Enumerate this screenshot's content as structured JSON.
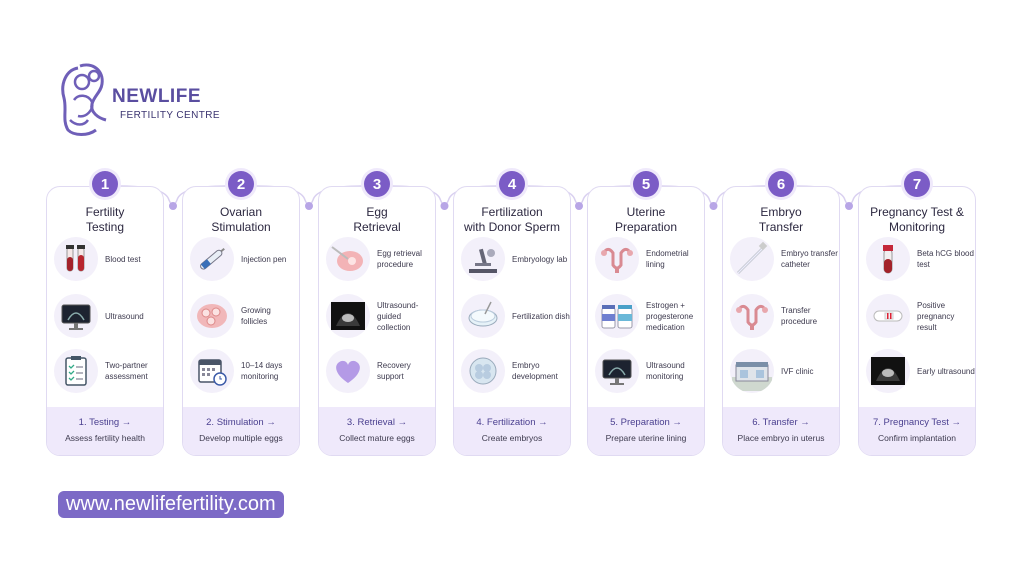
{
  "logo": {
    "brand": "NEWLIFE",
    "sub": "FERTILITY CENTRE"
  },
  "colors": {
    "accent": "#7b5cc6",
    "pill": "#7c6ac6",
    "footer_bg": "#efe9fb",
    "border": "#e0daf2"
  },
  "steps": [
    {
      "number": "1",
      "title_lines": [
        "Fertility",
        "Testing"
      ],
      "items": [
        {
          "icon": "blood-test-icon",
          "label": "Blood test"
        },
        {
          "icon": "ultrasound-monitor-icon",
          "label": "Ultrasound"
        },
        {
          "icon": "clipboard-icon",
          "label": "Two-partner assessment"
        }
      ],
      "footer_title": "1. Testing →",
      "footer_sub": "Assess fertility health"
    },
    {
      "number": "2",
      "title_lines": [
        "Ovarian",
        "Stimulation"
      ],
      "items": [
        {
          "icon": "injection-pen-icon",
          "label": "Injection pen"
        },
        {
          "icon": "follicles-icon",
          "label": "Growing follicles"
        },
        {
          "icon": "calendar-icon",
          "label": "10–14 days monitoring"
        }
      ],
      "footer_title": "2. Stimulation →",
      "footer_sub": "Develop multiple eggs"
    },
    {
      "number": "3",
      "title_lines": [
        "Egg",
        "Retrieval"
      ],
      "items": [
        {
          "icon": "retrieval-procedure-icon",
          "label": "Egg retrieval procedure"
        },
        {
          "icon": "ultrasound-scan-icon",
          "label": "Ultrasound-guided collection"
        },
        {
          "icon": "heart-icon",
          "label": "Recovery support"
        }
      ],
      "footer_title": "3. Retrieval →",
      "footer_sub": "Collect mature eggs"
    },
    {
      "number": "4",
      "title_lines": [
        "Fertilization",
        "with Donor Sperm"
      ],
      "items": [
        {
          "icon": "microscope-icon",
          "label": "Embryology lab"
        },
        {
          "icon": "petri-dish-icon",
          "label": "Fertilization dish"
        },
        {
          "icon": "embryo-icon",
          "label": "Embryo development"
        }
      ],
      "footer_title": "4. Fertilization →",
      "footer_sub": "Create embryos"
    },
    {
      "number": "5",
      "title_lines": [
        "Uterine",
        "Preparation"
      ],
      "items": [
        {
          "icon": "uterus-icon",
          "label": "Endometrial lining"
        },
        {
          "icon": "medication-bottles-icon",
          "label": "Estrogen + progesterone medication"
        },
        {
          "icon": "ultrasound-monitor-icon",
          "label": "Ultrasound monitoring"
        }
      ],
      "footer_title": "5. Preparation →",
      "footer_sub": "Prepare uterine lining"
    },
    {
      "number": "6",
      "title_lines": [
        "Embryo",
        "Transfer"
      ],
      "items": [
        {
          "icon": "catheter-icon",
          "label": "Embryo transfer catheter"
        },
        {
          "icon": "uterus-icon",
          "label": "Transfer procedure"
        },
        {
          "icon": "clinic-building-icon",
          "label": "IVF clinic"
        }
      ],
      "footer_title": "6. Transfer →",
      "footer_sub": "Place embryo in uterus"
    },
    {
      "number": "7",
      "title_lines": [
        "Pregnancy Test &",
        "Monitoring"
      ],
      "items": [
        {
          "icon": "blood-tube-icon",
          "label": "Beta hCG blood test"
        },
        {
          "icon": "pregnancy-test-icon",
          "label": "Positive pregnancy result"
        },
        {
          "icon": "ultrasound-scan-icon",
          "label": "Early ultrasound"
        }
      ],
      "footer_title": "7. Pregnancy Test →",
      "footer_sub": "Confirm implantation"
    }
  ],
  "website": "www.newlifefertility.com"
}
